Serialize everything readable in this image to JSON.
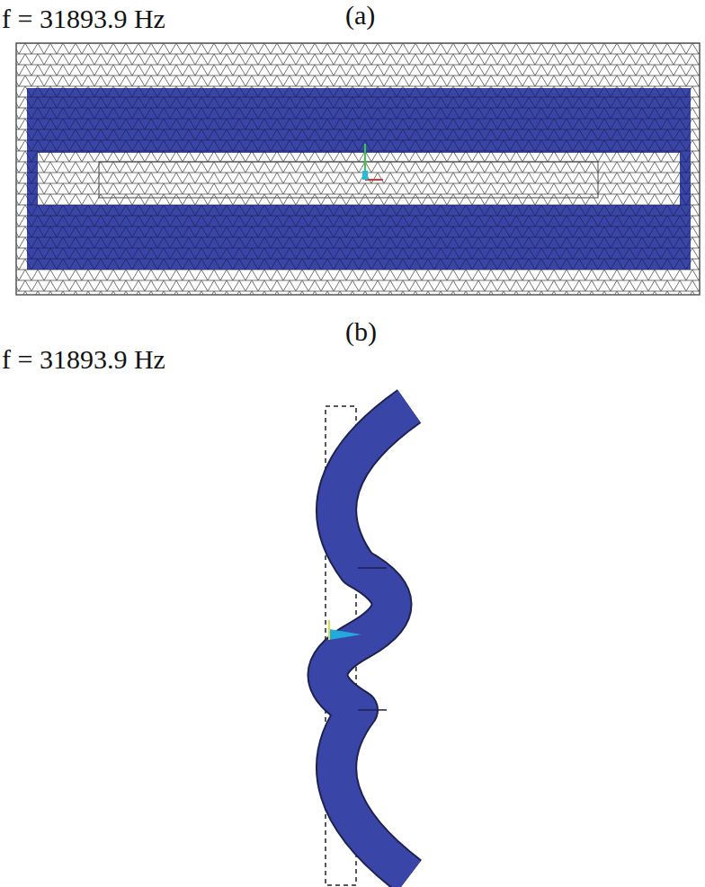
{
  "diagram": {
    "labels": [
      "f = 31893.9 Hz",
      "(a)",
      "f = 31893.9 Hz",
      "(b)"
    ]
  }
}
